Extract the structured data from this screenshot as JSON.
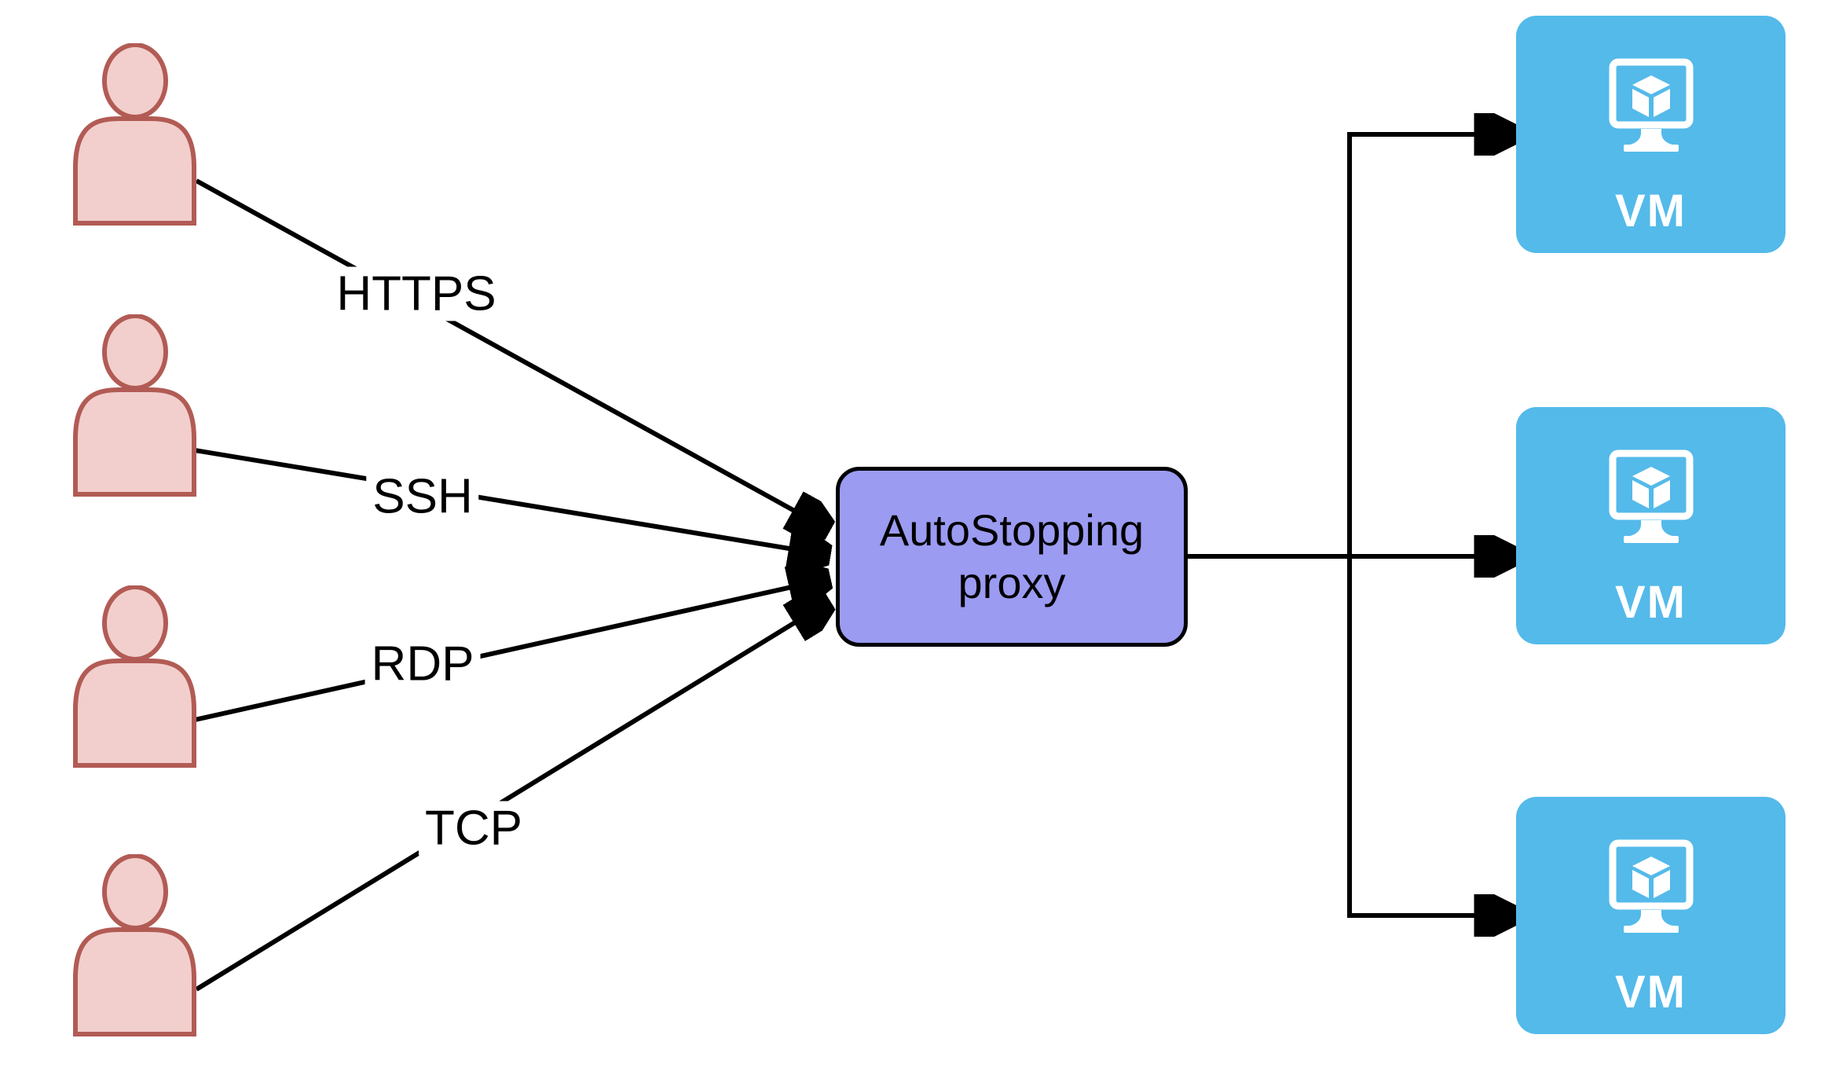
{
  "colors": {
    "person_fill": "#F2CFCC",
    "person_stroke": "#B25B55",
    "proxy_fill": "#9B9BF2",
    "proxy_stroke": "#000000",
    "vm_fill": "#54BAEA",
    "vm_icon": "#FFFFFF",
    "vm_text": "#FFFFFF",
    "line": "#000000",
    "label_text": "#000000",
    "canvas_bg": "#FFFFFF"
  },
  "icons": {
    "user": "person-icon",
    "vm": "vm-monitor-cube-icon",
    "arrowhead": "arrowhead-icon"
  },
  "proxy": {
    "label": "AutoStopping proxy"
  },
  "edges": [
    {
      "id": "https",
      "label": "HTTPS"
    },
    {
      "id": "ssh",
      "label": "SSH"
    },
    {
      "id": "rdp",
      "label": "RDP"
    },
    {
      "id": "tcp",
      "label": "TCP"
    }
  ],
  "vms": [
    {
      "label": "VM"
    },
    {
      "label": "VM"
    },
    {
      "label": "VM"
    }
  ]
}
